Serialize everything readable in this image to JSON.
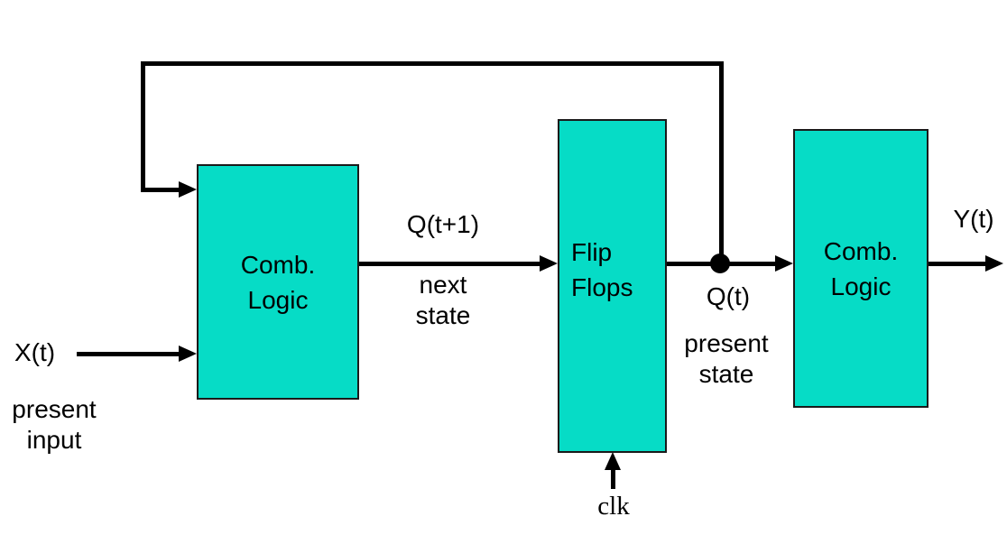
{
  "diagram": {
    "type": "block-diagram",
    "subject": "sequential-circuit",
    "blocks": [
      {
        "id": "comb-logic-1",
        "label_line1": "Comb.",
        "label_line2": "Logic"
      },
      {
        "id": "flip-flops",
        "label_line1": "Flip",
        "label_line2": "Flops"
      },
      {
        "id": "comb-logic-2",
        "label_line1": "Comb.",
        "label_line2": "Logic"
      }
    ],
    "labels": {
      "input_signal": "X(t)",
      "input_desc_line1": "present",
      "input_desc_line2": "input",
      "next_state_signal": "Q(t+1)",
      "next_state_desc_line1": "next",
      "next_state_desc_line2": "state",
      "present_state_signal": "Q(t)",
      "present_state_desc_line1": "present",
      "present_state_desc_line2": "state",
      "output_signal": "Y(t)",
      "clock": "clk"
    },
    "colors": {
      "block_fill": "#06DCC6",
      "block_border": "#1a1a1a",
      "line": "#000000",
      "text": "#000000"
    }
  }
}
